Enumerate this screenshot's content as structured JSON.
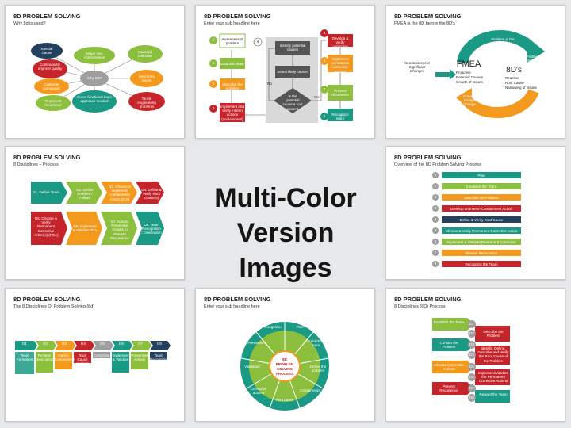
{
  "main_title": [
    "Multi-Color",
    "Version Images"
  ],
  "slides": [
    {
      "title": "8D PROBLEM SOLVING",
      "subtitle": "Why 8d is used?"
    },
    {
      "title": "8D PROBLEM SOLVING",
      "subtitle": "Enter your sub headline here"
    },
    {
      "title": "8D PROBLEM SOLVING",
      "subtitle": "FMEA is the 8D before the 8D's"
    },
    {
      "title": "8D PROBLEM SOLVING",
      "subtitle": "8 Disciplines – Process"
    },
    {
      "title": "8D PROBLEM SOLVING",
      "subtitle": "Overview of the 8D Problem Solving Process"
    },
    {
      "title": "8D PROBLEM SOLVING",
      "subtitle": "The 8 Disciplines Of Problem Solving (8d)"
    },
    {
      "title": "8D PROBLEM SOLVING",
      "subtitle": "Enter your sub headline here"
    },
    {
      "title": "8D PROBLEM SOLVING",
      "subtitle": "8 Disciplines (8D) Process"
    }
  ],
  "slide1": {
    "center": "Why 8D?",
    "bubbles": [
      "Special Cause",
      "Continuously improve quality",
      "Customer complaints",
      "To prevent recurrence",
      "Major non conformance",
      "Cross-functional team approach needed",
      "Cause(s) unknown",
      "Recurring issues",
      "Tackle engineering problems"
    ]
  },
  "slide2": {
    "steps": [
      "Awareness of problem",
      "Establish team",
      "Describe the problem",
      "Implement and verify interim actions (containment)",
      "Identify potential causes",
      "Select likely causes",
      "Is the potential cause a root cause?",
      "Develop & verify corrective action",
      "Implement permanent corrective actions",
      "Prevent recurrence",
      "Recognize team"
    ],
    "numbers": [
      "0",
      "1",
      "2",
      "3",
      "4",
      "5",
      "6",
      "7",
      "8"
    ],
    "no": "No",
    "yes": "Yes"
  },
  "slide3": {
    "fmea": "FMEA",
    "eights": "8D's",
    "fmea_items": [
      "Proactive",
      "Potential Causes",
      "Growth of Issues"
    ],
    "eights_items": [
      "Reactive",
      "Root Cause",
      "Narrowing of Issues"
    ],
    "left_note": "New Concept or Significant Changes",
    "top_arc": "Problem in the field",
    "right_arc": "Problem Identified",
    "bottom_arc": "Prevent Design Change"
  },
  "slide4": {
    "steps": [
      "D1. Define Team",
      "D2. Define Problem / Failure",
      "D3. Choose & Implement Containment Action (ICA)",
      "D4. Define & Verify Root Cause(s)",
      "D5. Choose & Verify Permanent Corrective Action(s) (PCA)",
      "D6. Implement & Validate PCA",
      "D7. Actions Preventive Actions to Prevent Recurrence",
      "D8. Team Recognition / Celebration"
    ]
  },
  "slide5": {
    "numbers": [
      "0",
      "1",
      "2",
      "3",
      "4",
      "5",
      "6",
      "7",
      "8"
    ],
    "steps": [
      "Plan",
      "Establish the Team",
      "Describe the Problem",
      "Develop an Interim Containment Action",
      "Define & Verify Root Cause",
      "Choose & Verify Permanent Corrective Action",
      "Implement & Validate Permanent Corrective Action",
      "Prevent Recurrence",
      "Recognize the Team"
    ]
  },
  "slide6": {
    "codes": [
      "D1",
      "D2",
      "D3",
      "D4",
      "D5",
      "D6",
      "D7",
      "D8"
    ],
    "headers": [
      "Team Formation",
      "Problem Description",
      "Interim Containment",
      "Root Cause Analysis",
      "Corrective Actions",
      "Implement & Validate",
      "Preventive Actions",
      "Team Recognition"
    ]
  },
  "slide7": {
    "center": [
      "8D",
      "PROBLEM",
      "SOLVING",
      "PROCESS"
    ],
    "outer": [
      "Plan",
      "Establish the team",
      "Define the problem",
      "Containment",
      "Root cause",
      "Corrective actions",
      "Validation",
      "Prevention",
      "Recognition"
    ]
  },
  "slide8": {
    "codes": [
      "D1",
      "D2",
      "D3",
      "D4",
      "D5",
      "D6",
      "D7",
      "D8"
    ],
    "labels": [
      "Establish the Team",
      "Describe the Problem",
      "Contain the Problem",
      "Identify, Define, Describe and Verify the Root Cause of the Problem",
      "Choose Corrective Actions",
      "Implement/Validate the Permanent Corrective Actions",
      "Prevent Recurrence",
      "Reward the Team"
    ]
  },
  "colors": {
    "green": "#8dbf3f",
    "teal": "#1a9a85",
    "orange": "#f39a1e",
    "red": "#c5242b",
    "navy": "#24405f",
    "gray": "#9e9e9e",
    "yellow": "#f5c020"
  }
}
